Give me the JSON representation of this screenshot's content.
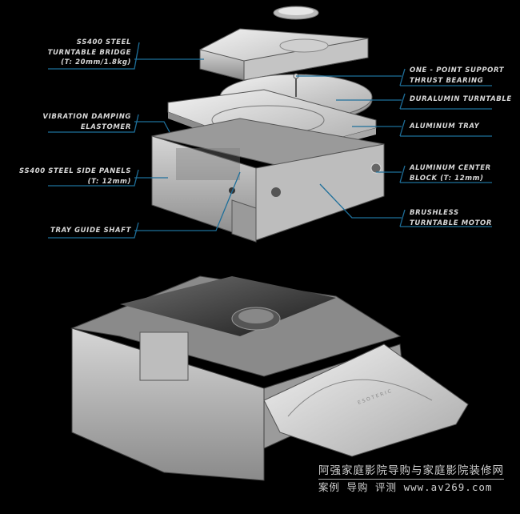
{
  "labels_left": [
    {
      "lines": [
        "SS400 STEEL",
        "TURNTABLE BRIDGE",
        "(T: 20mm/1.8kg)"
      ]
    },
    {
      "lines": [
        "VIBRATION DAMPING",
        "ELASTOMER"
      ]
    },
    {
      "lines": [
        "SS400 STEEL SIDE PANELS",
        "(T: 12mm)"
      ]
    },
    {
      "lines": [
        "TRAY GUIDE SHAFT"
      ]
    }
  ],
  "labels_right": [
    {
      "lines": [
        "ONE - POINT SUPPORT",
        "THRUST BEARING"
      ]
    },
    {
      "lines": [
        "DURALUMIN TURNTABLE"
      ]
    },
    {
      "lines": [
        "ALUMINUM TRAY"
      ]
    },
    {
      "lines": [
        "ALUMINUM CENTER",
        "BLOCK (T: 12mm)"
      ]
    },
    {
      "lines": [
        "BRUSHLESS",
        "TURNTABLE MOTOR"
      ]
    }
  ],
  "tray_engraving": "ESOTERIC",
  "watermark": {
    "line1": "阿强家庭影院导购与家庭影院装修网",
    "line2": "案例 导购 评测  www.av269.com"
  },
  "colors": {
    "background": "#000000",
    "leader_line": "#1e6f9a",
    "label_text": "#d8d8d8"
  }
}
